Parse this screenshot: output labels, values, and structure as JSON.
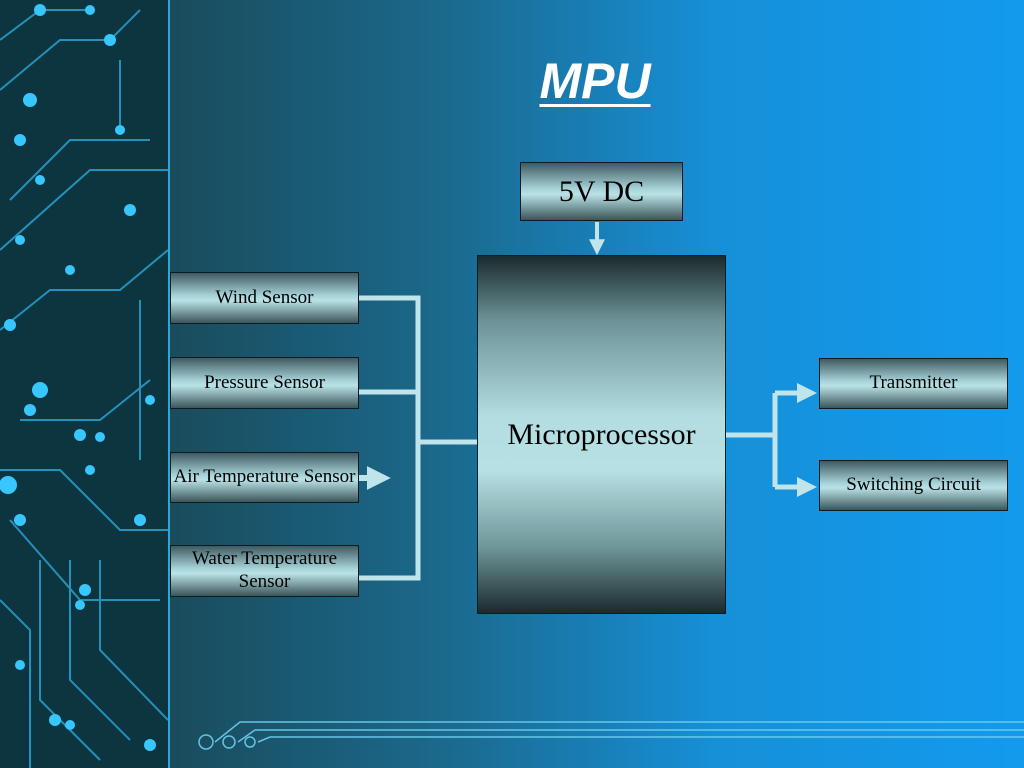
{
  "title": "MPU",
  "power": {
    "label": "5V DC"
  },
  "processor": {
    "label": "Microprocessor"
  },
  "inputs": [
    {
      "label": "Wind Sensor"
    },
    {
      "label": "Pressure Sensor"
    },
    {
      "label": "Air Temperature Sensor"
    },
    {
      "label": "Water Temperature Sensor"
    }
  ],
  "outputs": [
    {
      "label": "Transmitter"
    },
    {
      "label": "Switching Circuit"
    }
  ],
  "colors": {
    "wire": "#bfe4ea",
    "background_left": "#163d48",
    "background_right": "#139aee",
    "circuit_trace": "#2aa8d8"
  }
}
